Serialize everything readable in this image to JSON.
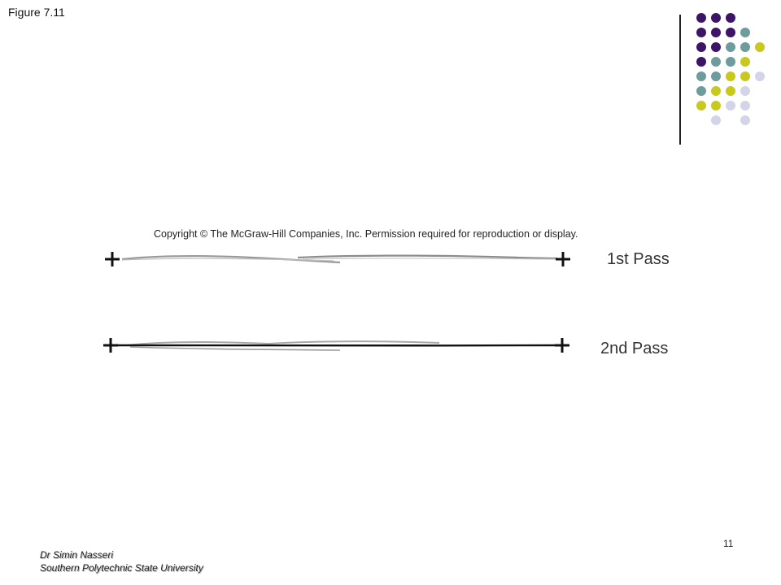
{
  "slide": {
    "title": "Figure 7.11",
    "page_number": "11",
    "footer": {
      "author": "Dr Simin Nasseri",
      "institution": "Southern Polytechnic State University"
    }
  },
  "figure": {
    "copyright": "Copyright © The McGraw-Hill Companies, Inc. Permission required for reproduction or display.",
    "passes": [
      {
        "label": "1st Pass"
      },
      {
        "label": "2nd Pass"
      }
    ]
  },
  "decoration": {
    "dot_colors": {
      "purple": "#3d1466",
      "teal": "#6e9c9c",
      "yellow": "#c8c81e",
      "lavender": "#d4d4e8"
    },
    "dot_rows": [
      [
        "purple",
        "purple",
        "purple",
        "",
        "",
        ""
      ],
      [
        "purple",
        "purple",
        "purple",
        "teal",
        "",
        ""
      ],
      [
        "purple",
        "purple",
        "teal",
        "teal",
        "yellow",
        ""
      ],
      [
        "purple",
        "teal",
        "teal",
        "yellow",
        "",
        ""
      ],
      [
        "teal",
        "teal",
        "yellow",
        "yellow",
        "lavender",
        ""
      ],
      [
        "teal",
        "yellow",
        "yellow",
        "lavender",
        "",
        ""
      ],
      [
        "yellow",
        "yellow",
        "lavender",
        "lavender",
        "",
        ""
      ],
      [
        "",
        "lavender",
        "",
        "lavender",
        "",
        ""
      ]
    ]
  }
}
